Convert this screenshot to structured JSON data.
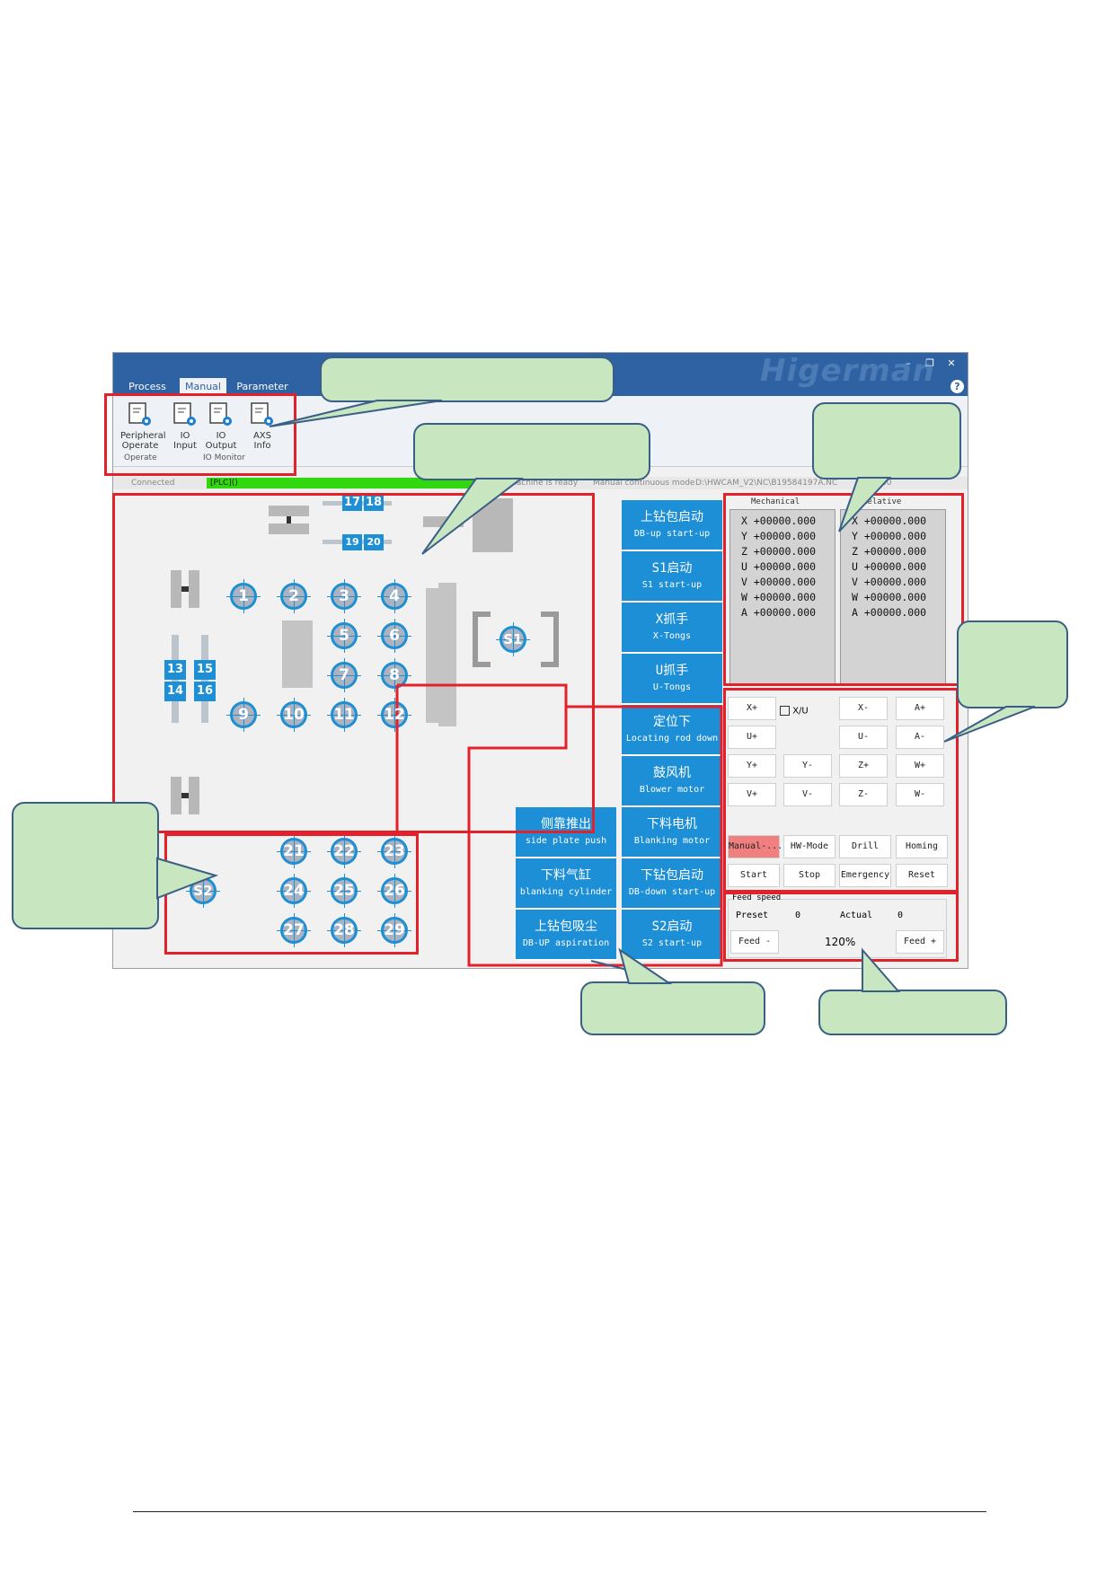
{
  "window": {
    "tabs": [
      {
        "label": "Process",
        "active": false
      },
      {
        "label": "Manual",
        "active": true
      },
      {
        "label": "Parameter",
        "active": false
      }
    ],
    "watermark": "Higerman",
    "controls": {
      "minimize": "–",
      "restore": "❐",
      "close": "✕",
      "help": "?"
    }
  },
  "ribbon": {
    "buttons": [
      {
        "line1": "Peripheral",
        "line2": "Operate",
        "icon": "gear-doc-icon"
      },
      {
        "line1": "IO",
        "line2": "Input",
        "icon": "gear-doc-icon"
      },
      {
        "line1": "IO",
        "line2": "Output",
        "icon": "gear-doc-icon"
      },
      {
        "line1": "AXS",
        "line2": "Info",
        "icon": "gear-doc-icon"
      }
    ],
    "groups": [
      "Operate",
      "IO Monitor"
    ]
  },
  "status": {
    "connection": "Connected",
    "plc": "[PLC]()",
    "machine": "machine is ready",
    "mode": "Manual continuous mode",
    "path": "D:\\HWCAM_V2\\NC\\B19584197A.NC",
    "time": "00:00:00"
  },
  "diagram": {
    "top_numbers": [
      "17",
      "18",
      "19",
      "20"
    ],
    "side_numbers": [
      "13",
      "14",
      "15",
      "16"
    ],
    "drills_top": [
      "1",
      "2",
      "3",
      "4",
      "5",
      "6",
      "7",
      "8",
      "9",
      "10",
      "11",
      "12"
    ],
    "drills_bottom": [
      "21",
      "22",
      "23",
      "24",
      "25",
      "26",
      "27",
      "28",
      "29"
    ],
    "spindles": [
      "S1",
      "S2"
    ]
  },
  "controls_left": [
    {
      "cn": "侧靠推出",
      "en": "side plate push"
    },
    {
      "cn": "下料气缸",
      "en": "blanking cylinder"
    },
    {
      "cn": "上钻包吸尘",
      "en": "DB-UP aspiration"
    }
  ],
  "controls_right": [
    {
      "cn": "上钻包启动",
      "en": "DB-up start-up"
    },
    {
      "cn": "S1启动",
      "en": "S1 start-up"
    },
    {
      "cn": "X抓手",
      "en": "X-Tongs"
    },
    {
      "cn": "U抓手",
      "en": "U-Tongs"
    },
    {
      "cn": "定位下",
      "en": "Locating rod down"
    },
    {
      "cn": "鼓风机",
      "en": "Blower motor"
    },
    {
      "cn": "下料电机",
      "en": "Blanking motor"
    },
    {
      "cn": "下钻包启动",
      "en": "DB-down start-up"
    },
    {
      "cn": "S2启动",
      "en": "S2 start-up"
    }
  ],
  "coords": {
    "mechanical_label": "Mechanical",
    "relative_label": "Relative",
    "mechanical": [
      "X +00000.000",
      "Y +00000.000",
      "Z +00000.000",
      "U +00000.000",
      "V +00000.000",
      "W +00000.000",
      "A +00000.000"
    ],
    "relative": [
      "X +00000.000",
      "Y +00000.000",
      "Z +00000.000",
      "U +00000.000",
      "V +00000.000",
      "W +00000.000",
      "A +00000.000"
    ]
  },
  "jog": {
    "xu_label": "X/U",
    "buttons": [
      "X+",
      "X-",
      "A+",
      "U+",
      "U-",
      "A-",
      "Y+",
      "Y-",
      "Z+",
      "W+",
      "V+",
      "V-",
      "Z-",
      "W-"
    ]
  },
  "modes": [
    "Manual-...",
    "HW-Mode",
    "Drill S...",
    "Homing"
  ],
  "actions": [
    "Start",
    "Stop",
    "Emergency",
    "Reset"
  ],
  "feed": {
    "legend": "Feed speed",
    "preset_label": "Preset",
    "preset_value": "0",
    "actual_label": "Actual",
    "actual_value": "0",
    "percent": "120%",
    "minus": "Feed -",
    "plus": "Feed +"
  },
  "colors": {
    "accent": "#1d8fd6",
    "title": "#2f62a3",
    "highlight": "#e3212a",
    "callout": "#c8e6bf"
  }
}
